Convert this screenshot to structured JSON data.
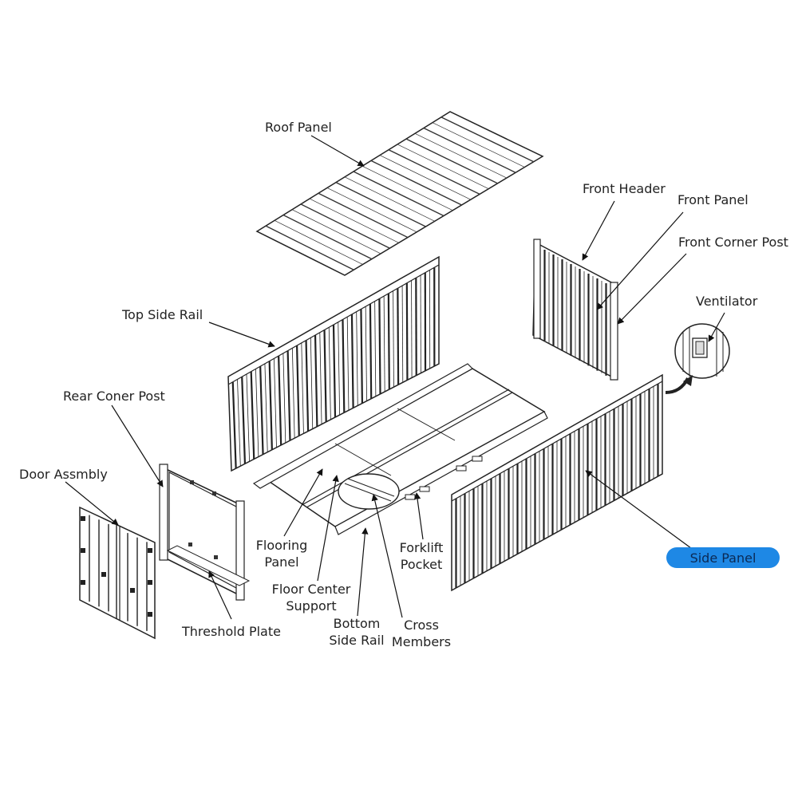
{
  "diagram": {
    "labels": {
      "roof_panel": "Roof Panel",
      "front_header": "Front Header",
      "front_panel": "Front Panel",
      "front_corner_post": "Front Corner Post",
      "ventilator": "Ventilator",
      "top_side_rail": "Top Side Rail",
      "rear_corner_post": "Rear Coner Post",
      "door_assembly": "Door Assmbly",
      "flooring_panel_1": "Flooring",
      "flooring_panel_2": "Panel",
      "floor_center_support_1": "Floor Center",
      "floor_center_support_2": "Support",
      "bottom_side_rail_1": "Bottom",
      "bottom_side_rail_2": "Side Rail",
      "cross_members_1": "Cross",
      "cross_members_2": "Members",
      "forklift_pocket_1": "Forklift",
      "forklift_pocket_2": "Pocket",
      "threshold_plate": "Threshold Plate",
      "side_panel": "Side Panel"
    },
    "highlight_color": "#1e88e5",
    "line_color": "#222222"
  }
}
